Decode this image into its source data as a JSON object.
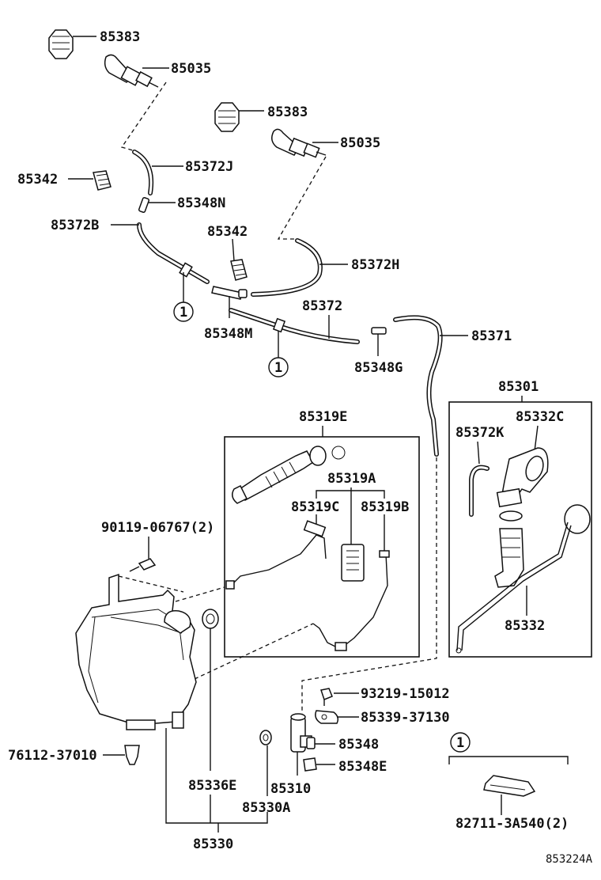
{
  "labels": {
    "n85383_a": "85383",
    "n85035_a": "85035",
    "n85383_b": "85383",
    "n85035_b": "85035",
    "n85372J": "85372J",
    "n85342_a": "85342",
    "n85348N": "85348N",
    "n85372B": "85372B",
    "n85342_b": "85342",
    "n85372H": "85372H",
    "n85372": "85372",
    "n85348M": "85348M",
    "n85371": "85371",
    "n85348G": "85348G",
    "n85301": "85301",
    "n85319E": "85319E",
    "n85332C": "85332C",
    "n85372K": "85372K",
    "n85319A": "85319A",
    "n85319C": "85319C",
    "n85319B": "85319B",
    "n90119": "90119-06767(2)",
    "n85332": "85332",
    "n93219": "93219-15012",
    "n85339": "85339-37130",
    "n85348": "85348",
    "n85348E": "85348E",
    "n76112": "76112-37010",
    "n85336E": "85336E",
    "n85310": "85310",
    "n85330A": "85330A",
    "n85330": "85330",
    "n82711": "82711-3A540(2)",
    "ref_1a": "1",
    "ref_1b": "1",
    "ref_1c": "1",
    "code": "853224A"
  }
}
